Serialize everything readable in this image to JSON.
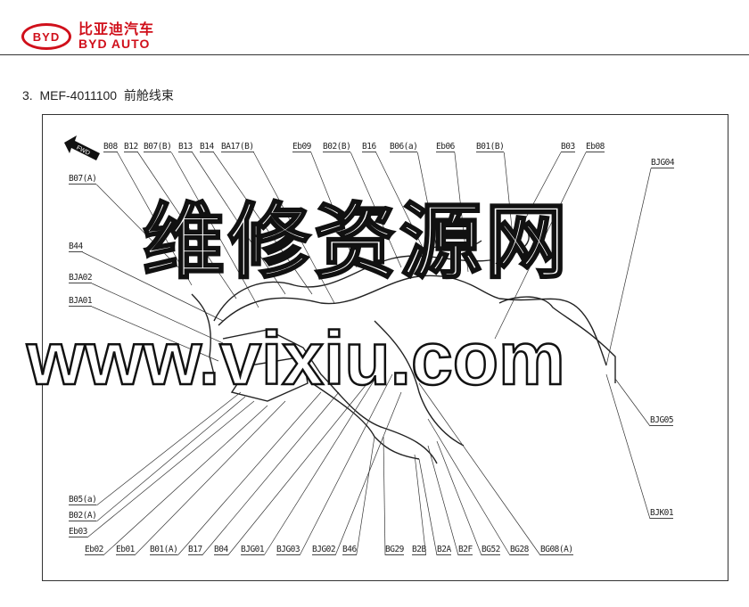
{
  "header": {
    "logo_text": "BYD",
    "brand_cn": "比亚迪汽车",
    "brand_en": "BYD AUTO"
  },
  "heading": "3.  MEF-4011100  前舱线束",
  "diagram": {
    "fwd": "FWD",
    "labels": [
      "B08",
      "B12",
      "B07(B)",
      "B13",
      "B14",
      "BA17(B)",
      "Eb09",
      "B02(B)",
      "B16",
      "B06(a)",
      "Eb06",
      "B01(B)",
      "B03",
      "Eb08",
      "BJG04",
      "B07(A)",
      "B44",
      "BJA02",
      "BJA01",
      "BJG05",
      "BJK01",
      "B05(a)",
      "B02(A)",
      "Eb03",
      "Eb02",
      "Eb01",
      "B01(A)",
      "B17",
      "B04",
      "BJG01",
      "BJG03",
      "BJG02",
      "B46",
      "BG29",
      "B2B",
      "B2A",
      "B2F",
      "BG52",
      "BG28",
      "BG08(A)"
    ]
  },
  "watermark": {
    "line1": "维修资源网",
    "line2": "www.vixiu.com"
  }
}
